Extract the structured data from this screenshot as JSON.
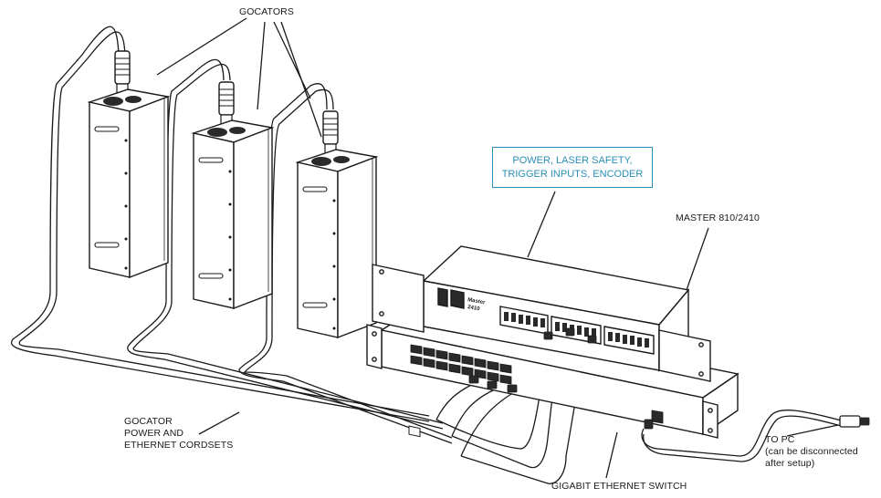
{
  "labels": {
    "gocators": "GOCATORS",
    "callout_line1": "POWER, LASER SAFETY,",
    "callout_line2": "TRIGGER INPUTS, ENCODER",
    "master": "MASTER 810/2410",
    "cordsets_line1": "GOCATOR",
    "cordsets_line2": "POWER AND",
    "cordsets_line3": "ETHERNET CORDSETS",
    "to_pc_line1": "TO PC",
    "to_pc_line2": "(can be disconnected",
    "to_pc_line3": "after setup)",
    "switch": "GIGABIT ETHERNET SWITCH"
  },
  "master_faceplate": {
    "brand": "Master",
    "model": "2410"
  },
  "colors": {
    "line": "#1a1a1a",
    "callout": "#2a8fb8"
  }
}
